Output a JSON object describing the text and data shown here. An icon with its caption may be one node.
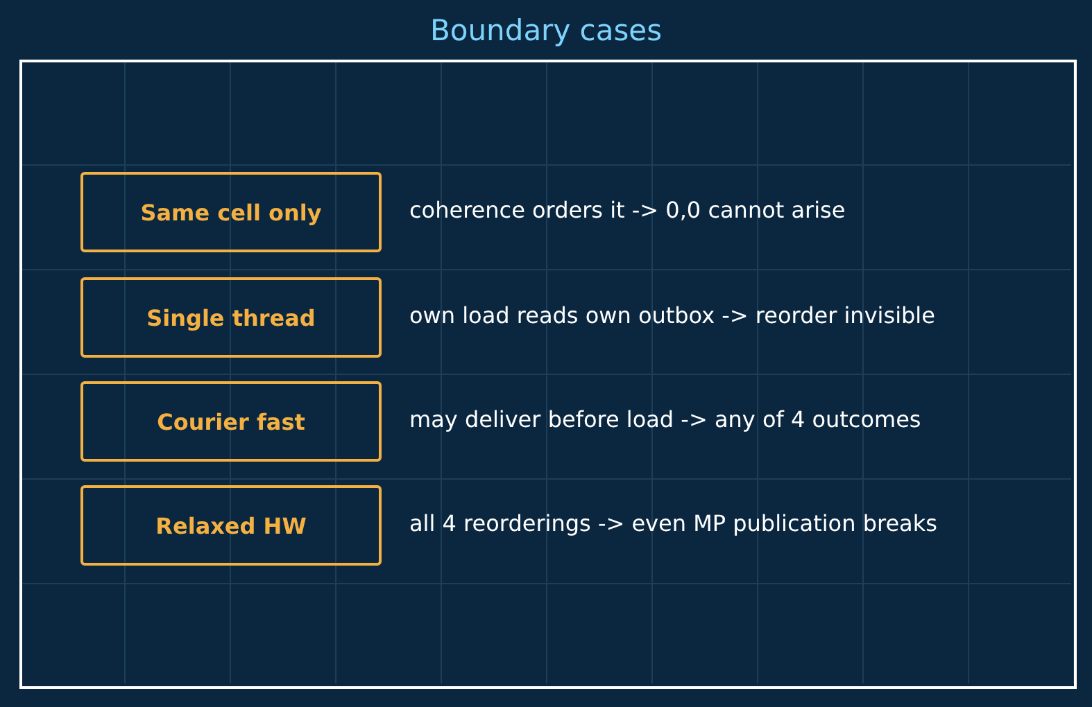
{
  "diagram": {
    "title": "Boundary cases",
    "nodes": [
      {
        "text": [
          "Same cell only"
        ],
        "beside": [
          "coherence orders it -> 0,0 cannot arise"
        ]
      },
      {
        "text": [
          "Single thread"
        ],
        "beside": [
          "own load reads own outbox -> reorder invisible"
        ]
      },
      {
        "text": [
          "Courier fast"
        ],
        "beside": [
          "may deliver before load -> any of 4 outcomes"
        ]
      },
      {
        "text": [
          "Relaxed HW"
        ],
        "beside": [
          "all 4 reorderings -> even MP publication breaks"
        ]
      }
    ]
  }
}
